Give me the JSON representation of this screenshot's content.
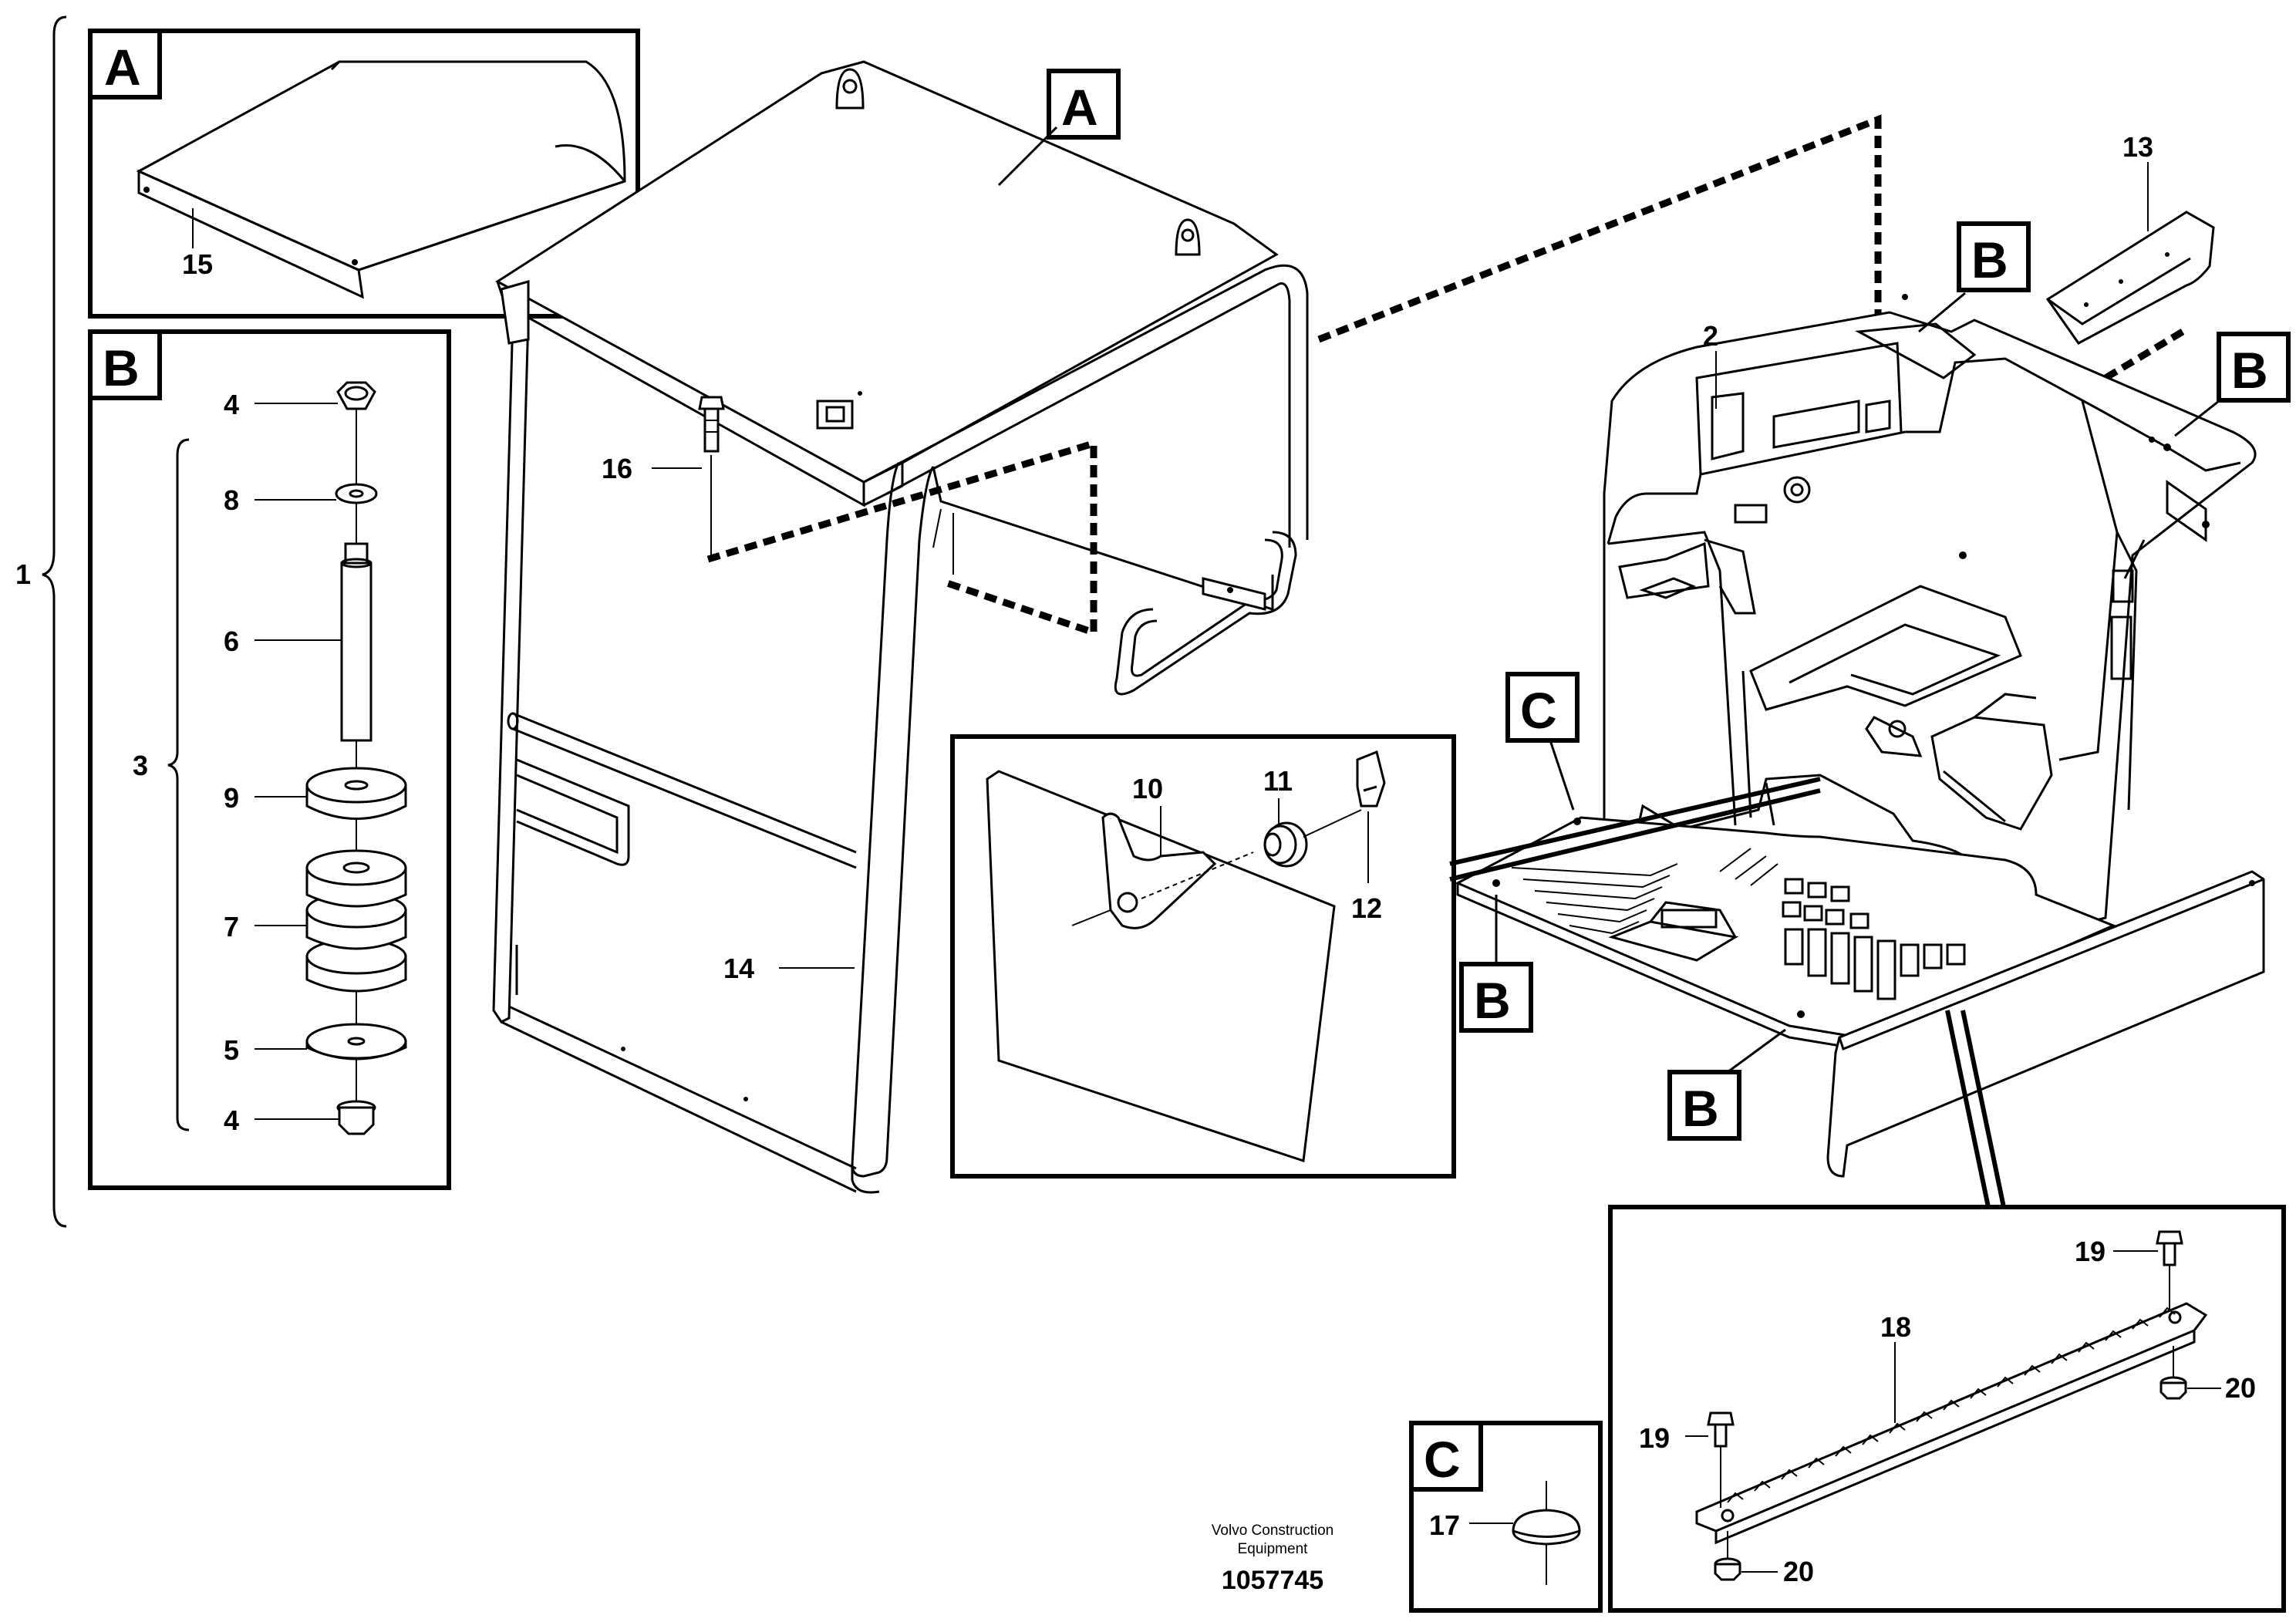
{
  "callouts": {
    "n1": "1",
    "n2": "2",
    "n3": "3",
    "n4": "4",
    "n5": "5",
    "n6": "6",
    "n7": "7",
    "n8": "8",
    "n9": "9",
    "n10": "10",
    "n11": "11",
    "n12": "12",
    "n13": "13",
    "n14": "14",
    "n15": "15",
    "n16": "16",
    "n17": "17",
    "n18": "18",
    "n19": "19",
    "n20": "20"
  },
  "detail_refs": {
    "a": "A",
    "b": "B",
    "c": "C"
  },
  "footer": {
    "company_line1": "Volvo Construction",
    "company_line2": "Equipment",
    "drawing_number": "1057745"
  }
}
